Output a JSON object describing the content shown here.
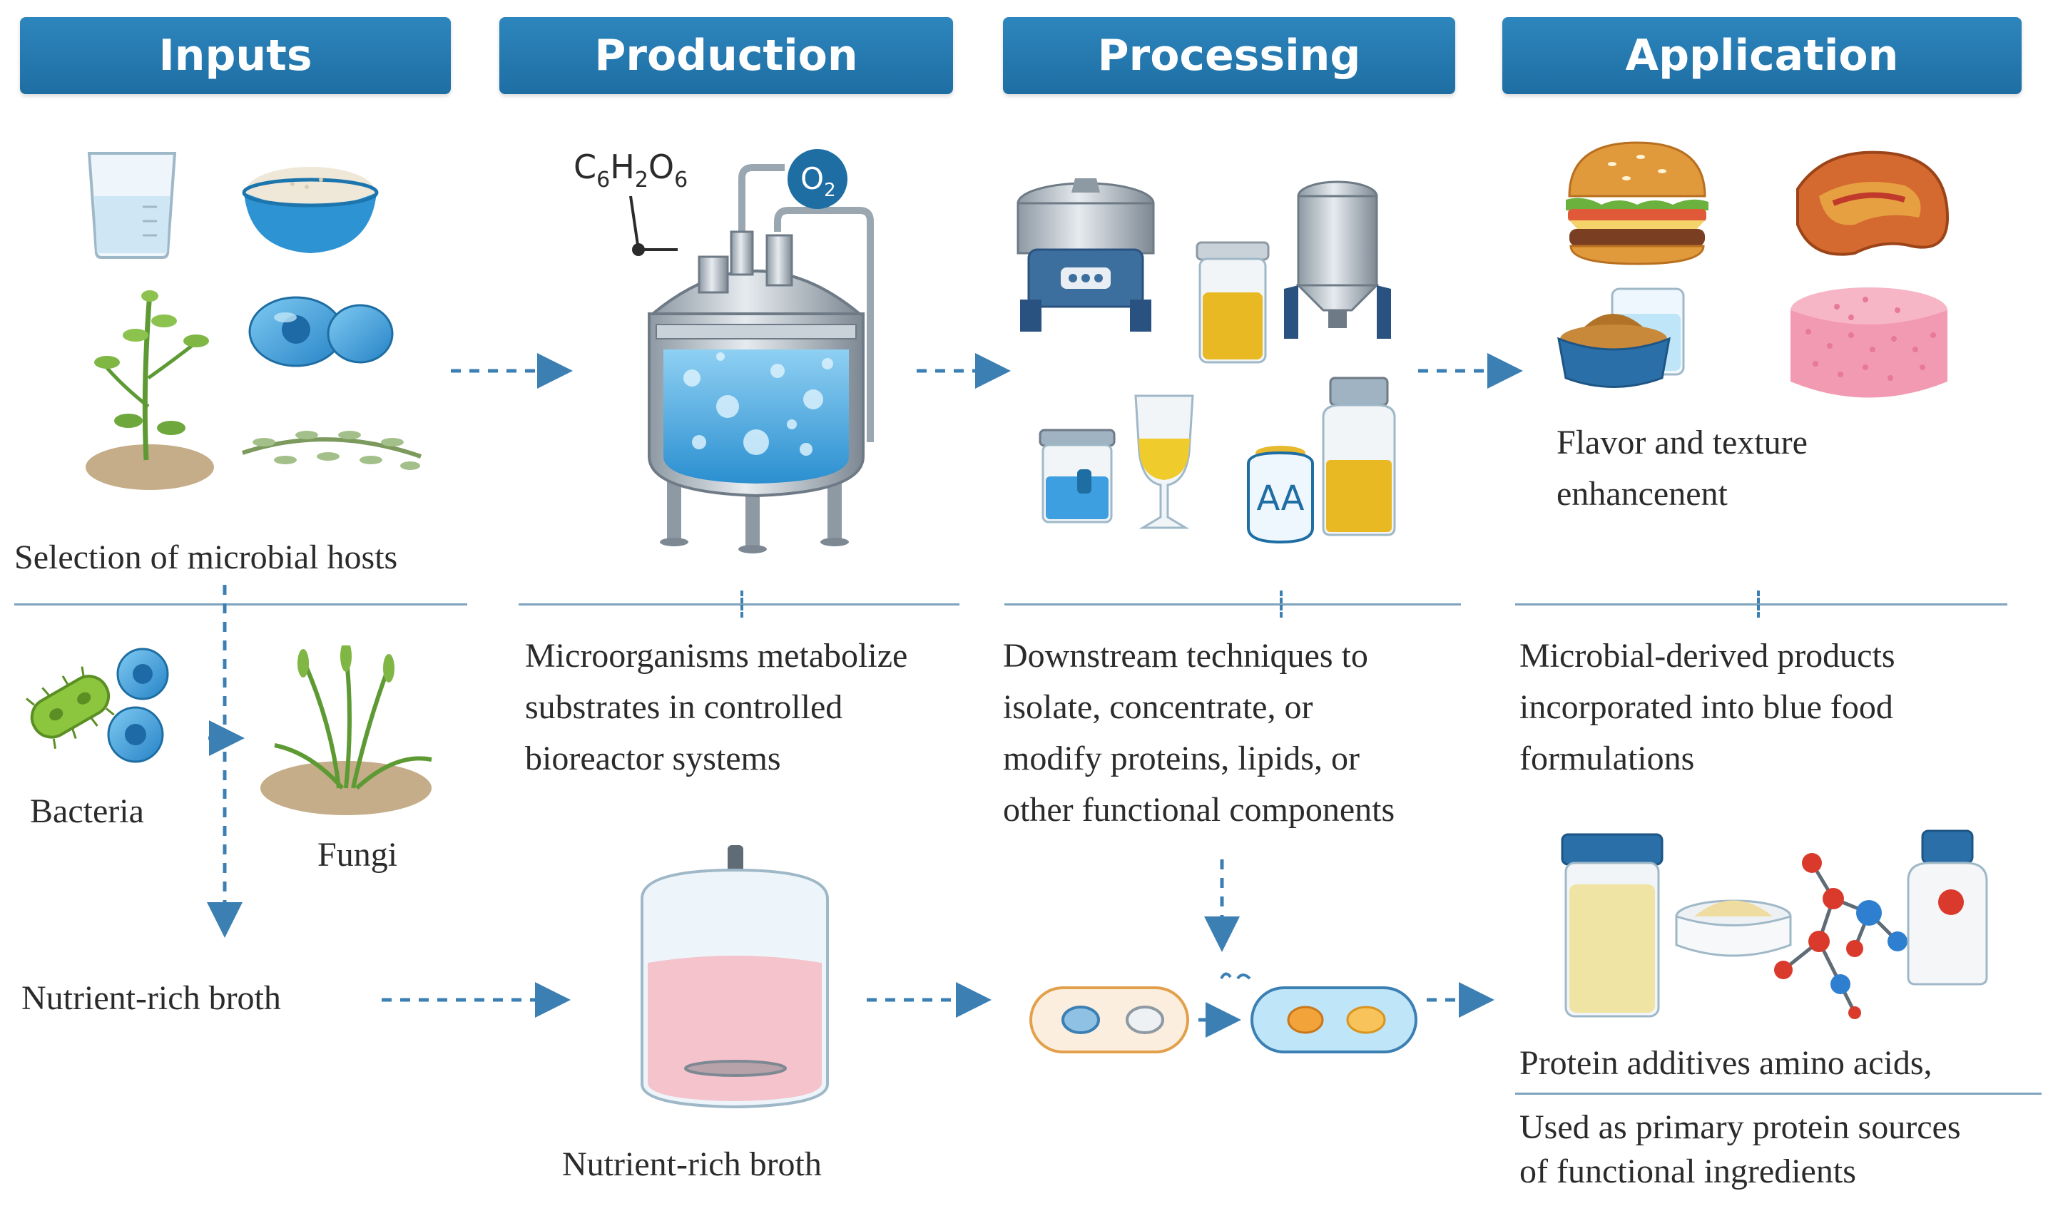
{
  "headers": {
    "inputs": "Inputs",
    "production": "Production",
    "processing": "Processing",
    "application": "Application"
  },
  "inputs": {
    "caption": "Selection of microbial hosts",
    "bacteria": "Bacteria",
    "fungi": "Fungi",
    "broth": "Nutrient-rich broth"
  },
  "production": {
    "formula": {
      "c": "C",
      "c_sub": "6",
      "h": "H",
      "h_sub": "2",
      "o": "O",
      "o_sub": "6"
    },
    "oxygen": {
      "o": "O",
      "o_sub": "2"
    },
    "description": [
      "Microorganisms metabolize",
      "substrates in controlled",
      "bioreactor systems"
    ],
    "broth_caption": "Nutrient-rich broth"
  },
  "processing": {
    "amino_label": "AA",
    "description": [
      "Downstream techniques to",
      "isolate, concentrate, or",
      "modify proteins, lipids, or",
      "other functional components"
    ]
  },
  "application": {
    "flavor": [
      "Flavor and texture",
      "enhancenent"
    ],
    "description": [
      "Microbial-derived products",
      "incorporated into blue food",
      "formulations"
    ],
    "protein_additives": "Protein additives amino acids,",
    "primary_sources": [
      "Used as primary protein sources",
      "of functional ingredients"
    ]
  },
  "colors": {
    "header_blue": "#1e6ea3",
    "arrow_blue": "#3b7fb3",
    "liquid_blue": "#5fb2e6",
    "broth_pink": "#f4c3cc"
  }
}
